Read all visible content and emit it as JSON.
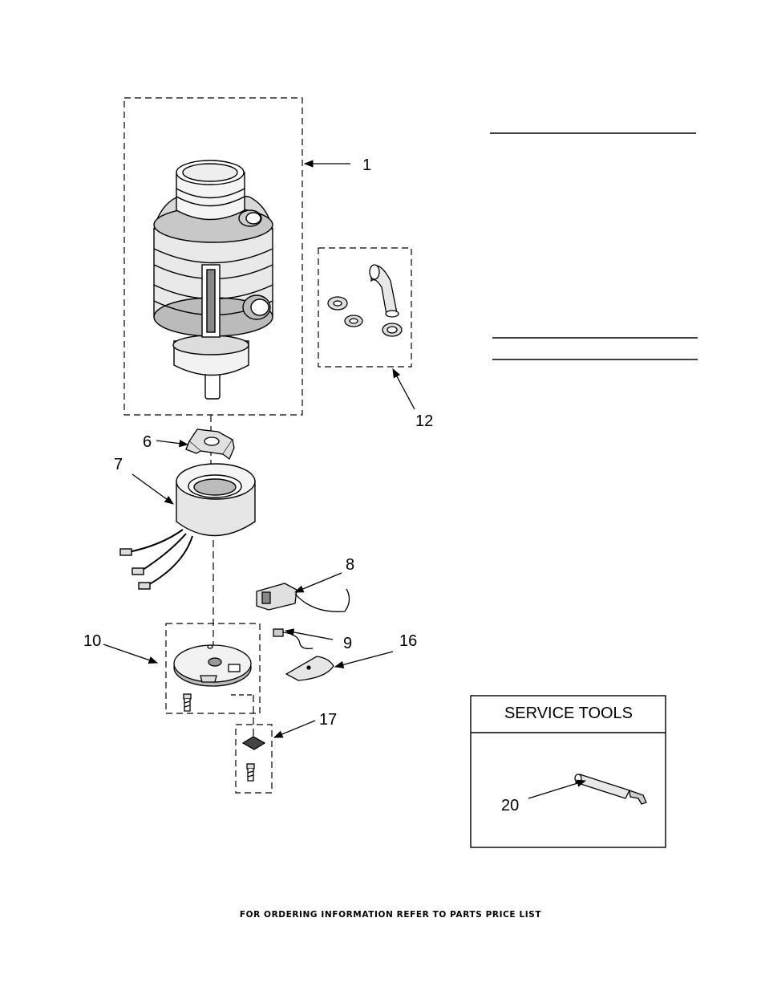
{
  "callouts": {
    "c1": "1",
    "c6": "6",
    "c7": "7",
    "c8": "8",
    "c9": "9",
    "c10": "10",
    "c12": "12",
    "c16": "16",
    "c17": "17",
    "c20": "20"
  },
  "service_tools": {
    "title": "SERVICE TOOLS"
  },
  "footer": {
    "text": "FOR ORDERING INFORMATION REFER TO PARTS PRICE LIST"
  }
}
